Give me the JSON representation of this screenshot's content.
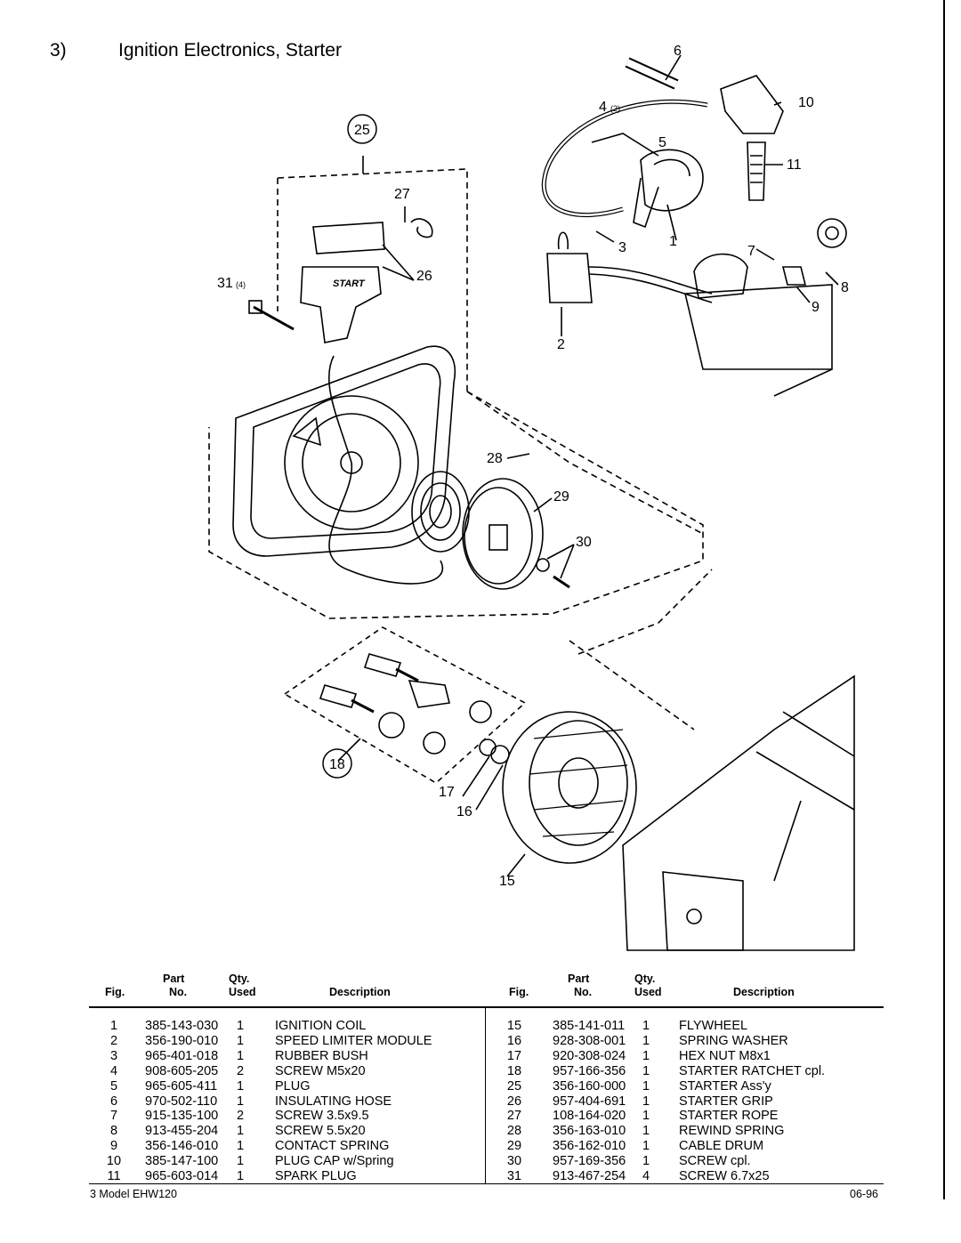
{
  "header": {
    "section_number": "3)",
    "title": "Ignition Electronics, Starter"
  },
  "diagram": {
    "callouts": [
      "6",
      "4",
      "(2)",
      "5",
      "10",
      "11",
      "25",
      "27",
      "1",
      "3",
      "7",
      "8",
      "9",
      "2",
      "31",
      "(4)",
      "26",
      "START",
      "28",
      "29",
      "30",
      "18",
      "17",
      "16",
      "15"
    ]
  },
  "table": {
    "headers": {
      "fig": "Fig.",
      "part_top": "Part",
      "part_bottom": "No.",
      "qty_top": "Qty.",
      "qty_bottom": "Used",
      "description": "Description"
    },
    "left_rows": [
      {
        "fig": "1",
        "part": "385-143-030",
        "qty": "1",
        "desc": "IGNITION COIL"
      },
      {
        "fig": "2",
        "part": "356-190-010",
        "qty": "1",
        "desc": "SPEED LIMITER MODULE"
      },
      {
        "fig": "3",
        "part": "965-401-018",
        "qty": "1",
        "desc": "RUBBER BUSH"
      },
      {
        "fig": "4",
        "part": "908-605-205",
        "qty": "2",
        "desc": "SCREW M5x20"
      },
      {
        "fig": "5",
        "part": "965-605-411",
        "qty": "1",
        "desc": "PLUG"
      },
      {
        "fig": "6",
        "part": "970-502-110",
        "qty": "1",
        "desc": "INSULATING HOSE"
      },
      {
        "fig": "7",
        "part": "915-135-100",
        "qty": "2",
        "desc": "SCREW 3.5x9.5"
      },
      {
        "fig": "8",
        "part": "913-455-204",
        "qty": "1",
        "desc": "SCREW 5.5x20"
      },
      {
        "fig": "9",
        "part": "356-146-010",
        "qty": "1",
        "desc": "CONTACT SPRING"
      },
      {
        "fig": "10",
        "part": "385-147-100",
        "qty": "1",
        "desc": "PLUG CAP w/Spring"
      },
      {
        "fig": "11",
        "part": "965-603-014",
        "qty": "1",
        "desc": "SPARK PLUG"
      }
    ],
    "right_rows": [
      {
        "fig": "15",
        "part": "385-141-011",
        "qty": "1",
        "desc": "FLYWHEEL"
      },
      {
        "fig": "16",
        "part": "928-308-001",
        "qty": "1",
        "desc": "SPRING WASHER"
      },
      {
        "fig": "17",
        "part": "920-308-024",
        "qty": "1",
        "desc": "HEX NUT M8x1"
      },
      {
        "fig": "18",
        "part": "957-166-356",
        "qty": "1",
        "desc": "STARTER RATCHET cpl."
      },
      {
        "fig": "25",
        "part": "356-160-000",
        "qty": "1",
        "desc": "STARTER Ass'y"
      },
      {
        "fig": "26",
        "part": "957-404-691",
        "qty": "1",
        "desc": "STARTER GRIP"
      },
      {
        "fig": "27",
        "part": "108-164-020",
        "qty": "1",
        "desc": "STARTER ROPE"
      },
      {
        "fig": "28",
        "part": "356-163-010",
        "qty": "1",
        "desc": "REWIND SPRING"
      },
      {
        "fig": "29",
        "part": "356-162-010",
        "qty": "1",
        "desc": "CABLE DRUM"
      },
      {
        "fig": "30",
        "part": "957-169-356",
        "qty": "1",
        "desc": "SCREW cpl."
      },
      {
        "fig": "31",
        "part": "913-467-254",
        "qty": "4",
        "desc": "SCREW 6.7x25"
      }
    ]
  },
  "footer": {
    "model": "3 Model EHW120",
    "date": "06-96"
  }
}
